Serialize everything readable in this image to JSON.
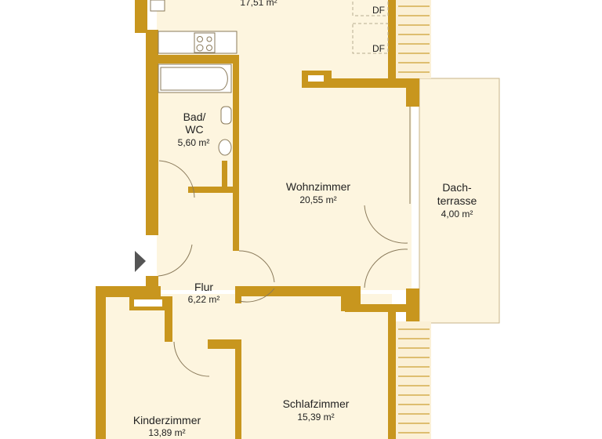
{
  "colors": {
    "wall": "#c8961e",
    "floor": "#fdf5df",
    "background": "#ffffff"
  },
  "rooms": [
    {
      "id": "kueche",
      "name": "",
      "area": "17,51 m²"
    },
    {
      "id": "bad",
      "name_line1": "Bad/",
      "name_line2": "WC",
      "area": "5,60 m²"
    },
    {
      "id": "wohnzimmer",
      "name": "Wohnzimmer",
      "area": "20,55 m²"
    },
    {
      "id": "dachterrasse",
      "name_line1": "Dach-",
      "name_line2": "terrasse",
      "area": "4,00 m²"
    },
    {
      "id": "flur",
      "name": "Flur",
      "area": "6,22 m²"
    },
    {
      "id": "schlafzimmer",
      "name": "Schlafzimmer",
      "area": "15,39 m²"
    },
    {
      "id": "kinderzimmer",
      "name": "Kinderzimmer",
      "area": "13,89 m²"
    }
  ],
  "skylights": [
    "DF",
    "DF"
  ],
  "entrance_icon": "entrance-arrow-icon"
}
